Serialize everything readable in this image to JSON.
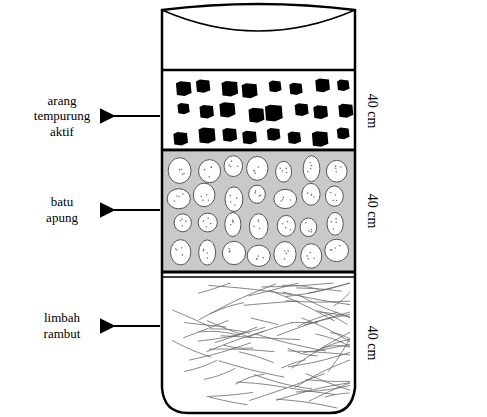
{
  "diagram": {
    "labels": [
      "arang tempurung aktif",
      "batu apung",
      "limbah rambut",
      "40 cm",
      "40 cm",
      "40 cm"
    ]
  }
}
